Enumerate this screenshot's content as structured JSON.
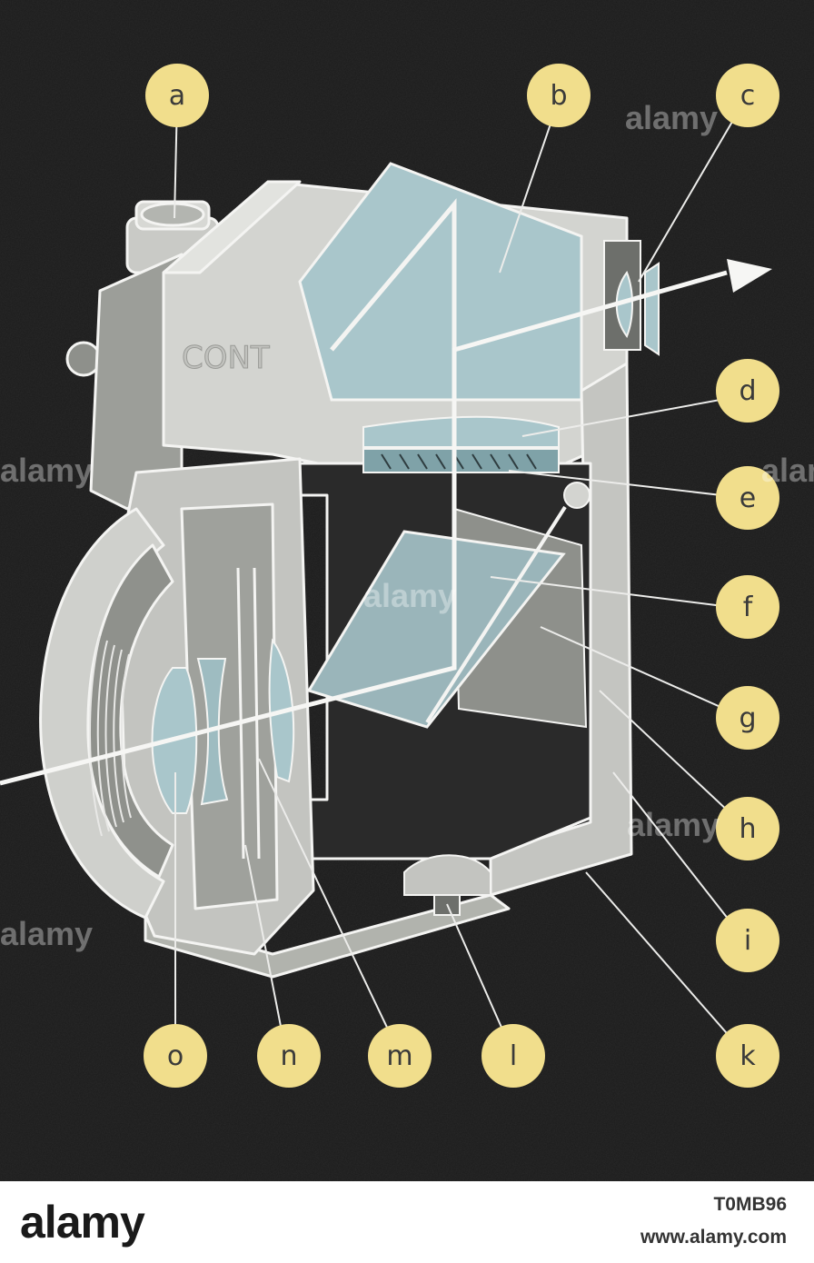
{
  "diagram": {
    "labels": [
      "a",
      "b",
      "c",
      "d",
      "e",
      "f",
      "g",
      "h",
      "i",
      "k",
      "l",
      "m",
      "n",
      "o"
    ],
    "body_engraving": "CONT"
  },
  "colors": {
    "background": "#1c1c1c",
    "label_fill": "#f1de8c",
    "body_light": "#d3d4d0",
    "body_mid": "#b1b3ad",
    "body_dark": "#8e908b",
    "glass": "#a9c6cb",
    "line": "#f0f0f0"
  },
  "watermark": {
    "text": "alamy"
  },
  "footer": {
    "logo": "alamy",
    "image_id": "T0MB96",
    "url": "www.alamy.com"
  }
}
